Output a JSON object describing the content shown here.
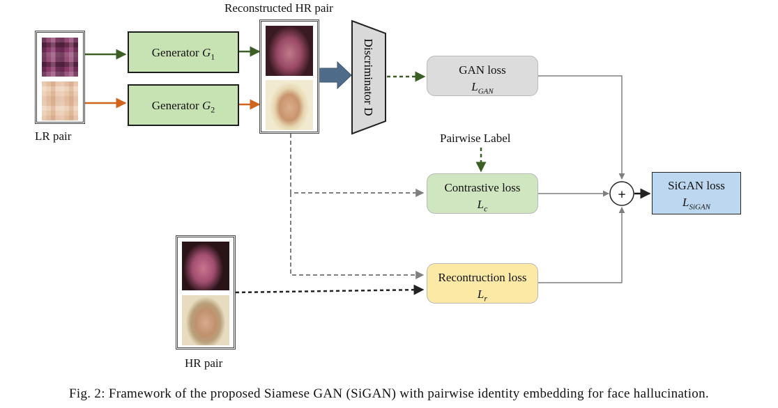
{
  "labels": {
    "reconstructed_hr_pair": "Reconstructed HR pair",
    "lr_pair": "LR pair",
    "hr_pair": "HR pair",
    "pairwise_label": "Pairwise Label",
    "plus": "+"
  },
  "generator1": {
    "text": "Generator ",
    "var": "G",
    "sub": "1"
  },
  "generator2": {
    "text": "Generator ",
    "var": "G",
    "sub": "2"
  },
  "discriminator": "Discriminator D",
  "losses": {
    "gan": {
      "title": "GAN loss",
      "var": "L",
      "sub": "GAN",
      "fill": "#dcdcdc"
    },
    "contrastive": {
      "title": "Contrastive loss",
      "var": "L",
      "sub": "c",
      "fill": "#cfe6c0"
    },
    "reconstruction": {
      "title": "Recontruction loss",
      "var": "L",
      "sub": "r",
      "fill": "#fde9a6"
    },
    "sigan": {
      "title": "SiGAN loss",
      "var": "L",
      "sub": "SiGAN",
      "fill": "#bcd7ef"
    }
  },
  "colors": {
    "green_arrow": "#3b5f24",
    "orange_arrow": "#d0641d",
    "gray_dashed": "#7f7f7f",
    "black_dashed": "#222222",
    "blue_arrow": "#4f6b8a"
  },
  "caption": "Fig. 2: Framework of the proposed Siamese GAN (SiGAN) with pairwise identity embedding for face hallucination."
}
